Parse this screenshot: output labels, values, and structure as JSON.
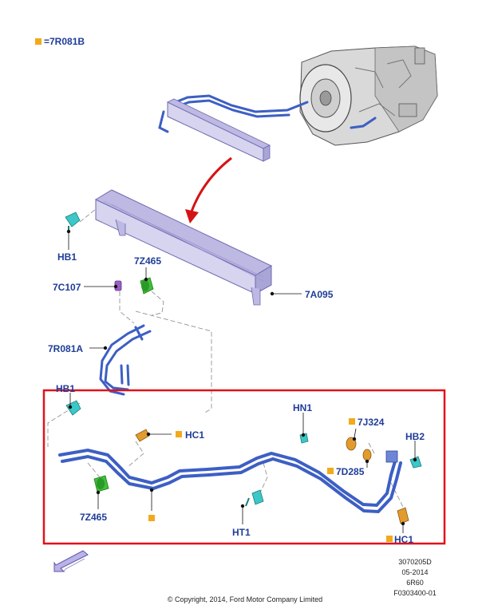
{
  "legend": {
    "text": "=7R081B"
  },
  "colors": {
    "callout_text": "#1f3d99",
    "marker": "#f2a91a",
    "highlight_box": "#e0121b",
    "pipe": "#3d5fc4",
    "cooler": "#8c88c9",
    "transmission": "#b9b9b9",
    "arrow": "#d41414",
    "clip_green": "#3fbf3a",
    "clip_teal": "#3dc7c7",
    "clip_purple": "#9a5fc6",
    "clip_orange": "#e39a2e"
  },
  "callouts": {
    "hb1_top": "HB1",
    "sevenz465_top": "7Z465",
    "sevenc107": "7C107",
    "sevena095": "7A095",
    "sevenr081a": "7R081A",
    "hb1_mid": "HB1",
    "hc1_left": "HC1",
    "hn1": "HN1",
    "sevenj324": "7J324",
    "hb2": "HB2",
    "sevend285": "7D285",
    "sevenz465_bottom": "7Z465",
    "ht1": "HT1",
    "hc1_bottom": "HC1"
  },
  "meta": {
    "line1": "3070205D",
    "line2": "05-2014",
    "line3": "6R60",
    "line4": "F0303400-01"
  },
  "copyright": "© Copyright, 2014, Ford Motor Company Limited",
  "icons": {
    "direction_arrow": "front-direction-arrow-icon"
  }
}
